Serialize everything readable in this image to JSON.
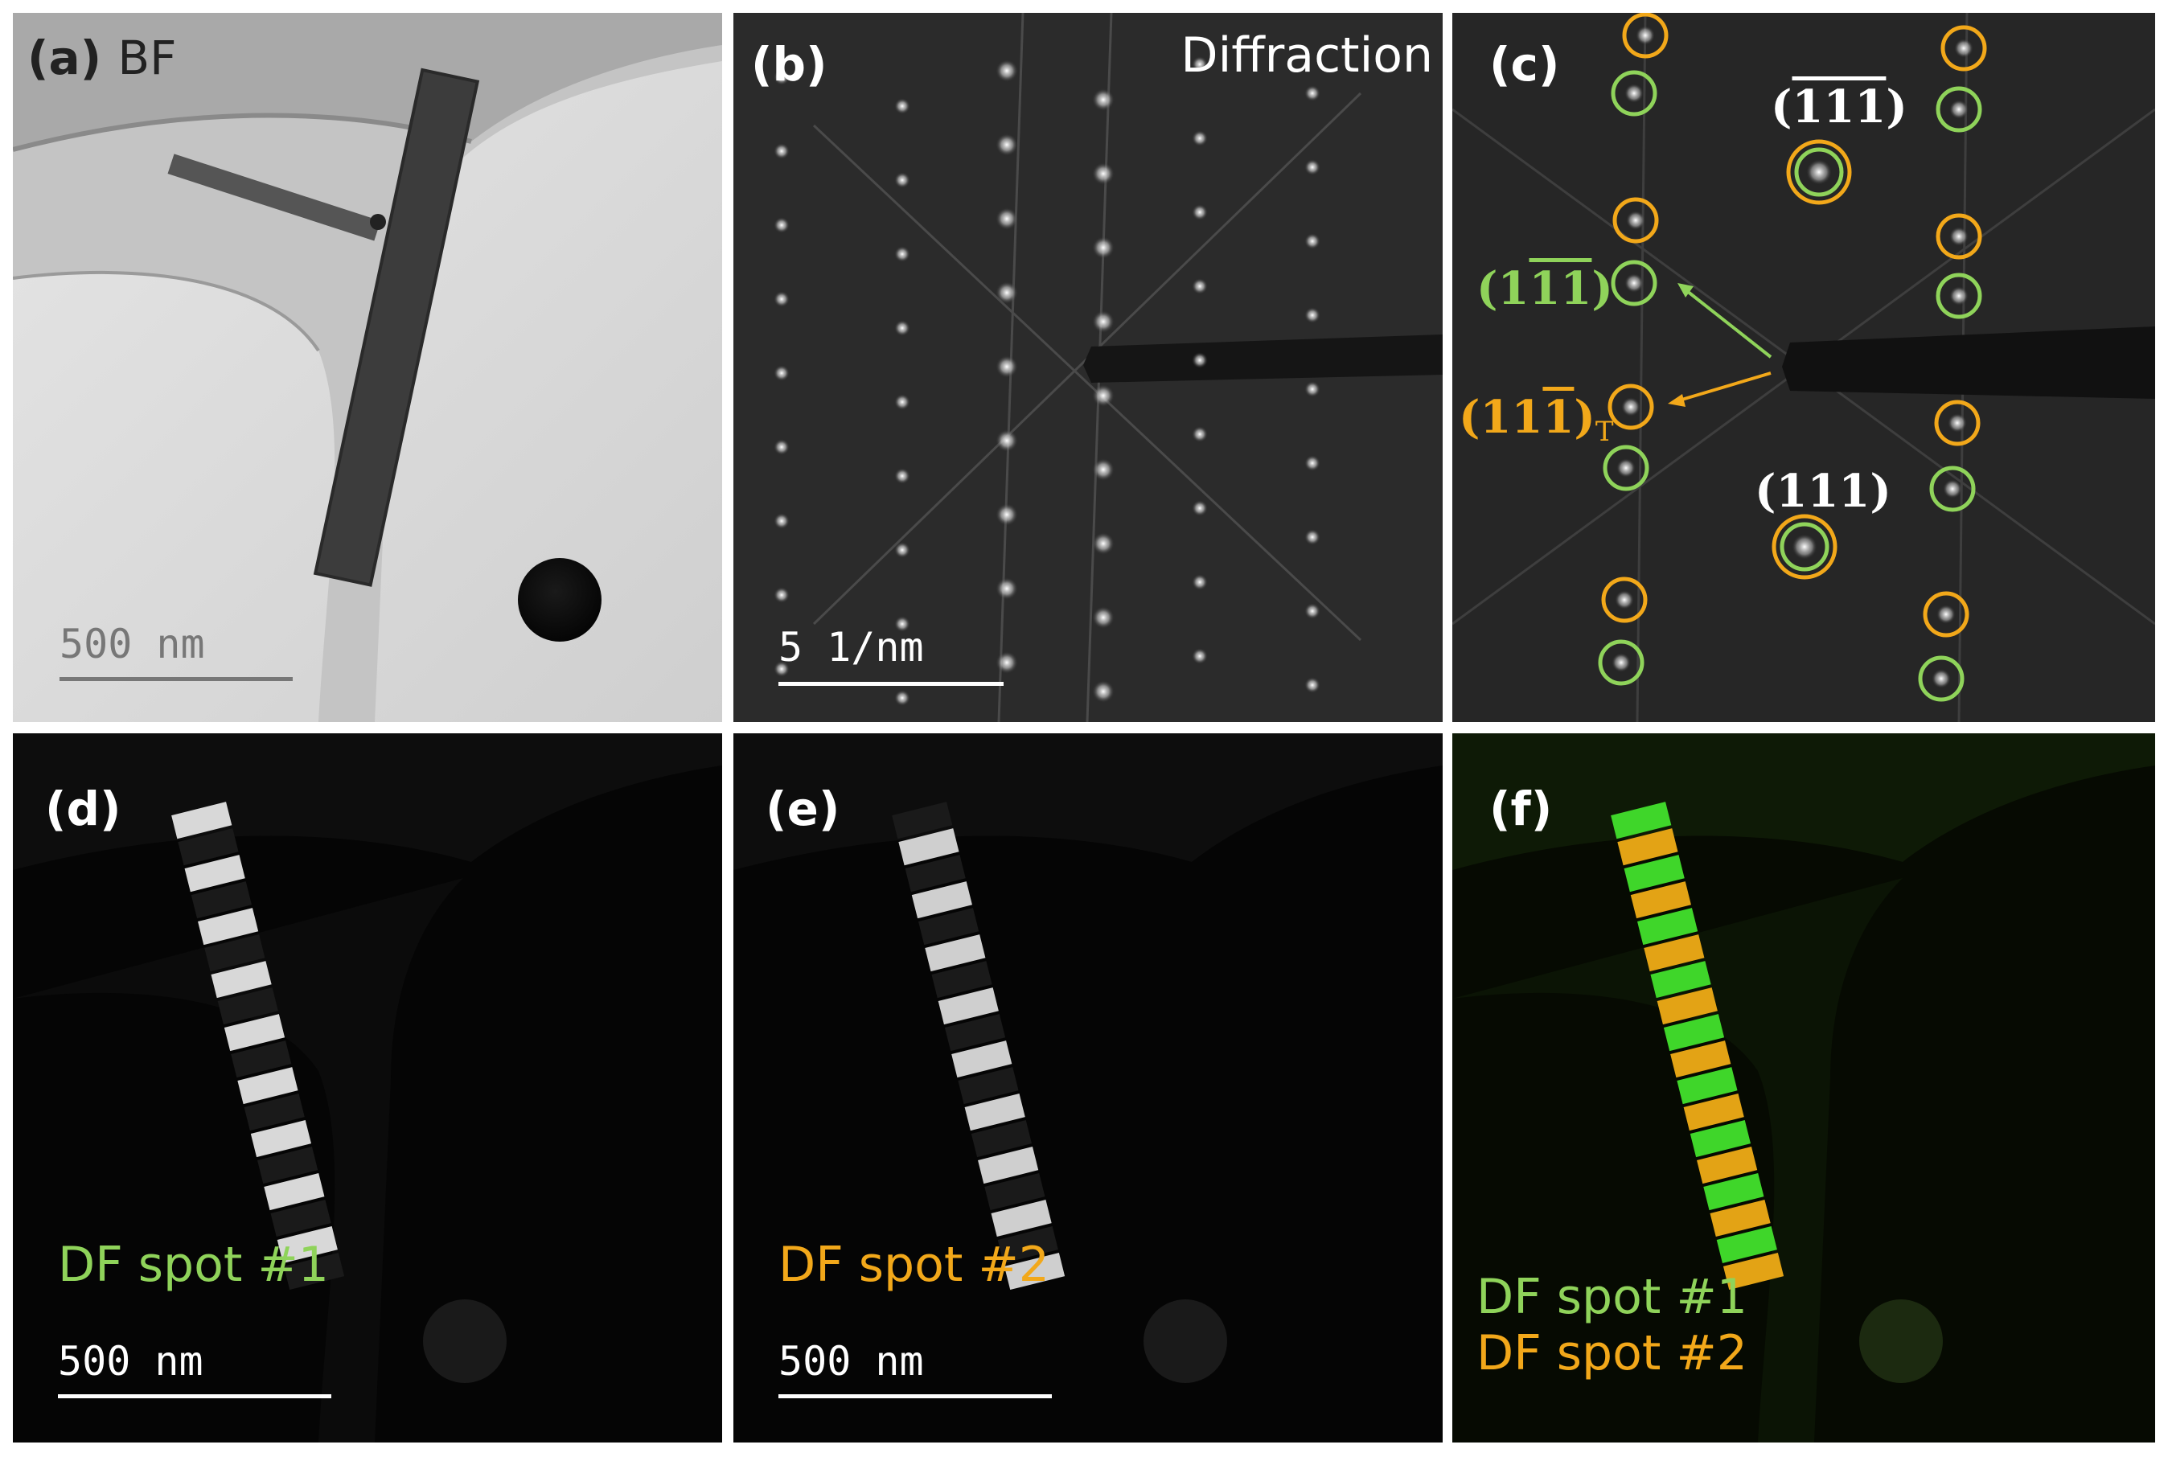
{
  "colors": {
    "green": "#8fd35a",
    "orange": "#f2a81a",
    "white": "#ffffff"
  },
  "panels": {
    "a": {
      "label": "(a)",
      "sub": "BF",
      "scale": "500 nm"
    },
    "b": {
      "label": "(b)",
      "title": "Diffraction",
      "scale": "5 1/nm"
    },
    "c": {
      "label": "(c)",
      "top": {
        "open": "(",
        "digits": "111",
        "close": ")"
      },
      "bottom": {
        "open": "(",
        "digits": "111",
        "close": ")"
      },
      "green": {
        "open": "(1",
        "bar": "11",
        "close": ")"
      },
      "orange": {
        "open": "(11",
        "bar": "1",
        "close": ")",
        "subscript": "T"
      }
    },
    "d": {
      "label": "(d)",
      "caption": "DF spot #1",
      "scale": "500 nm"
    },
    "e": {
      "label": "(e)",
      "caption": "DF spot #2",
      "scale": "500 nm"
    },
    "f": {
      "label": "(f)",
      "caption1": "DF spot #1",
      "caption2": "DF spot #2"
    }
  }
}
